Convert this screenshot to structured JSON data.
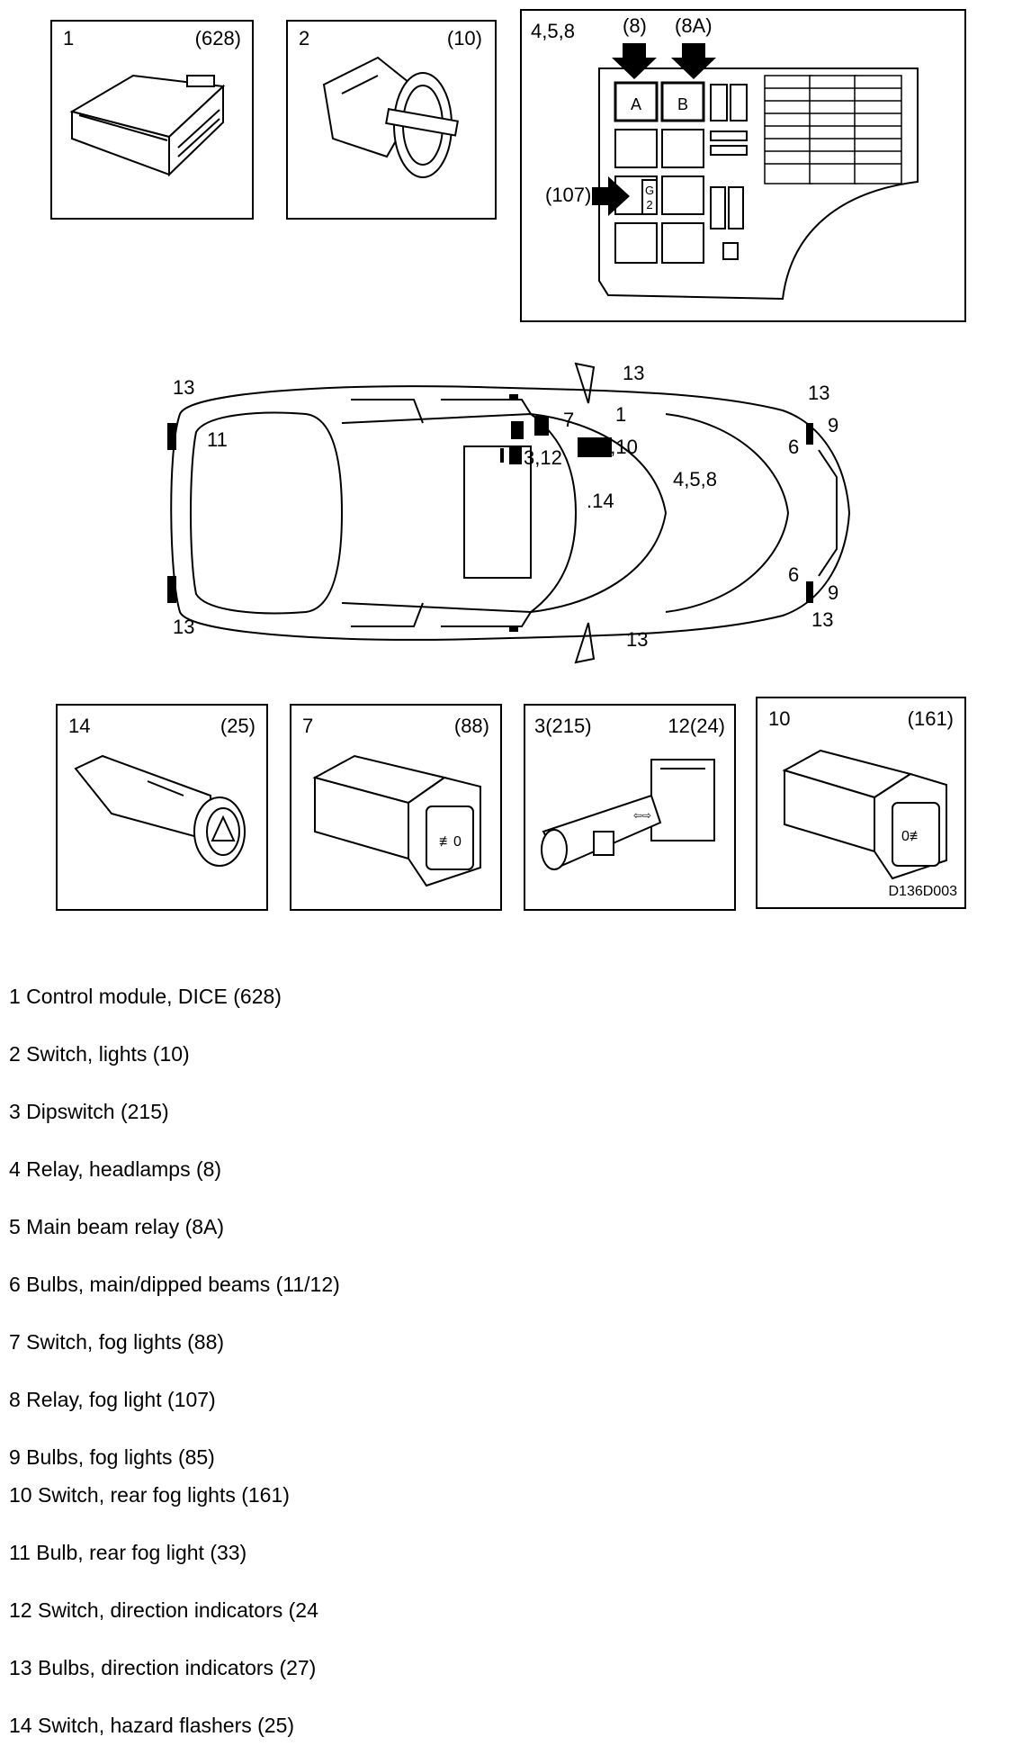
{
  "panels": {
    "p1": {
      "num": "1",
      "code": "(628)"
    },
    "p2": {
      "num": "2",
      "code": "(10)"
    },
    "p3": {
      "num": "4,5,8",
      "code8": "(8)",
      "code8a": "(8A)",
      "code107": "(107)",
      "relayA": "A",
      "relayB": "B",
      "relayG": "G",
      "relayG2": "2"
    },
    "p14": {
      "num": "14",
      "code": "(25)"
    },
    "p7": {
      "num": "7",
      "code": "(88)"
    },
    "p3b": {
      "num": "3(215)",
      "code": "12(24)"
    },
    "p10": {
      "num": "10",
      "code": "(161)"
    }
  },
  "doc_code": "D136D003",
  "car_labels": {
    "l13a": "13",
    "l11": "11",
    "l13b": "13",
    "l13c": "13",
    "l13d": "13",
    "l13e": "13",
    "l13f": "13",
    "l7": "7",
    "l1": "1",
    "l2_10": "2,10",
    "l3_12": "3,12",
    "l14": ".14",
    "l4_5_8": "4,5,8",
    "l6a": "6",
    "l9a": "9",
    "l6b": "6",
    "l9b": "9"
  },
  "legend": [
    "1  Control module, DICE (628)",
    "2  Switch, lights (10)",
    "3  Dipswitch (215)",
    "4  Relay, headlamps (8)",
    "5  Main beam relay (8A)",
    "6  Bulbs, main/dipped beams (11/12)",
    "7  Switch, fog lights (88)",
    "8  Relay, fog light (107)",
    "9  Bulbs, fog lights (85)",
    "10 Switch, rear fog lights (161)",
    "11 Bulb, rear fog light (33)",
    "12 Switch, direction indicators (24",
    "13 Bulbs, direction indicators (27)",
    "14 Switch, hazard flashers (25)"
  ]
}
